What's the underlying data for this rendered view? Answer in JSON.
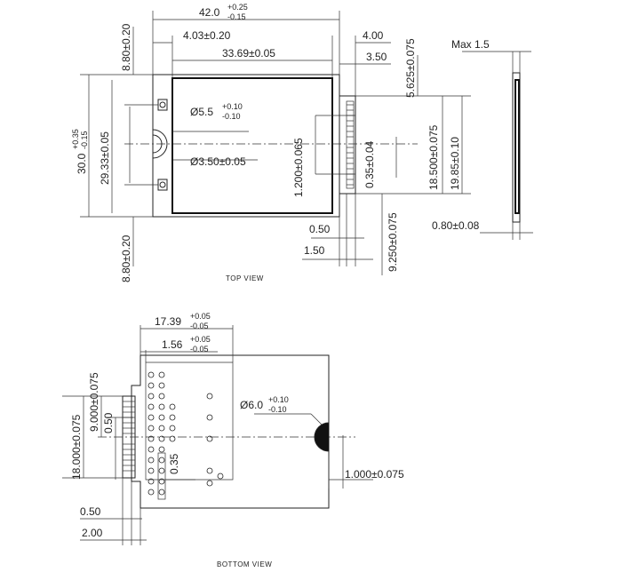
{
  "top_view": {
    "caption": "TOP VIEW",
    "dims": {
      "width_total": {
        "main": "42.0",
        "plus": "+0.25",
        "minus": "-0.15"
      },
      "offset_left": "4.03±0.20",
      "inner_width": "33.69±0.05",
      "right_gap_a": "4.00",
      "right_gap_b": "3.50",
      "top_margin": "8.80±0.20",
      "bottom_margin": "8.80±0.20",
      "height_total": {
        "main": "30.0",
        "plus": "+0.35",
        "minus": "-0.15"
      },
      "inner_height": "29.33±0.05",
      "hole_large": {
        "main": "Ø5.5",
        "plus": "+0.10",
        "minus": "-0.10"
      },
      "hole_small": "Ø3.50±0.05",
      "pin_center": "1.200±0.065",
      "pitch": "0.35±0.04",
      "right_top": "5.625±0.075",
      "right_b": "18.500±0.075",
      "right_c": "19.85±0.10",
      "right_bottom": "9.250±0.075",
      "bottom_a": "0.50",
      "bottom_b": "1.50"
    }
  },
  "side_view": {
    "max_label": "Max 1.5",
    "thickness": "0.80±0.08"
  },
  "bottom_view": {
    "caption": "BOTTOM VIEW",
    "dims": {
      "width": {
        "main": "17.39",
        "plus": "+0.05",
        "minus": "-0.05"
      },
      "offset": {
        "main": "1.56",
        "plus": "+0.05",
        "minus": "-0.05"
      },
      "hole": {
        "main": "Ø6.0",
        "plus": "+0.10",
        "minus": "-0.10"
      },
      "left_a": "9.000±0.075",
      "left_b": "18.000±0.075",
      "left_c": "0.50",
      "pin_w": "0.35",
      "right_gap": "1.000±0.075",
      "bottom_a": "0.50",
      "bottom_b": "2.00"
    }
  }
}
